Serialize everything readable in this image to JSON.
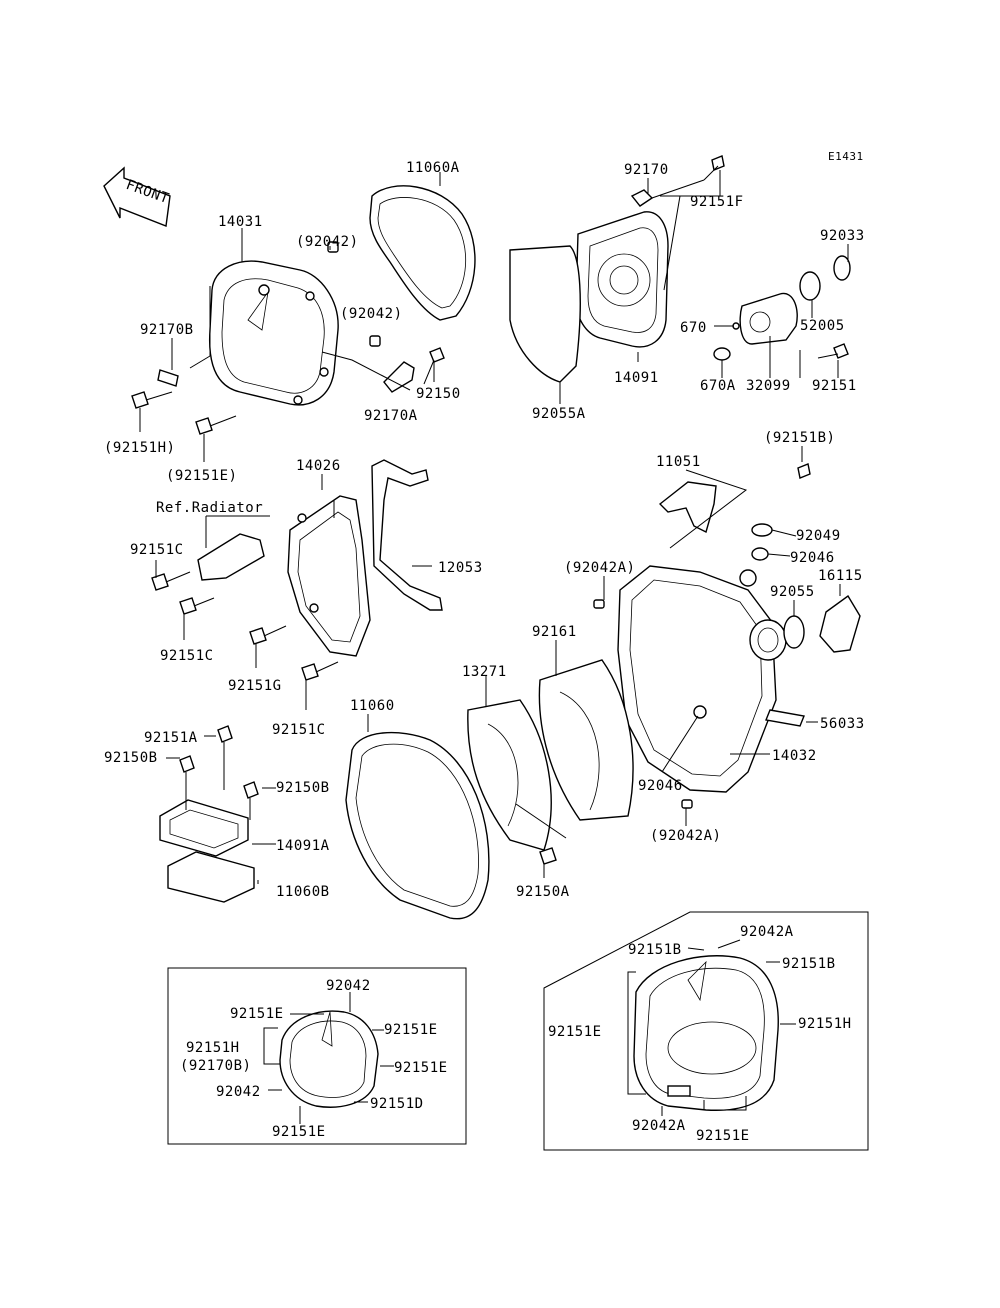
{
  "diagram_code": "E1431",
  "front_arrow_text": "FRONT",
  "ref_radiator": "Ref.Radiator",
  "labels": {
    "p11060A": "11060A",
    "p92170": "92170",
    "p92151F": "92151F",
    "p92033": "92033",
    "p14031": "14031",
    "p92042_a": "(92042)",
    "p92042_b": "(92042)",
    "p92170B": "92170B",
    "p92150": "92150",
    "p92170A": "92170A",
    "p92151H": "(92151H)",
    "p92151E": "(92151E)",
    "p92055A": "92055A",
    "p14091": "14091",
    "p670": "670",
    "p52005": "52005",
    "p670A": "670A",
    "p32099": "32099",
    "p92151": "92151",
    "p92151B": "(92151B)",
    "p11051": "11051",
    "p14026": "14026",
    "p92151C_1": "92151C",
    "p12053": "12053",
    "p92049": "92049",
    "p92046_1": "92046",
    "p92042A_1": "(92042A)",
    "p16115": "16115",
    "p92055": "92055",
    "p92151C_2": "92151C",
    "p92161": "92161",
    "p92151G": "92151G",
    "p13271": "13271",
    "p92151C_3": "92151C",
    "p11060": "11060",
    "p56033": "56033",
    "p92151A": "92151A",
    "p92150B_1": "92150B",
    "p92150B_2": "92150B",
    "p14032": "14032",
    "p92046_2": "92046",
    "p92042A_2": "(92042A)",
    "p14091A": "14091A",
    "p11060B": "11060B",
    "p92150A": "92150A"
  },
  "inset_left": {
    "p92042_top": "92042",
    "p92151E_1": "92151E",
    "p92151E_2": "92151E",
    "p92151H": "92151H",
    "p92170B": "(92170B)",
    "p92151E_3": "92151E",
    "p92042_side": "92042",
    "p92151D": "92151D",
    "p92151E_bottom": "92151E"
  },
  "inset_right": {
    "p92042A_top": "92042A",
    "p92151B_1": "92151B",
    "p92151B_2": "92151B",
    "p92151E_side": "92151E",
    "p92151H": "92151H",
    "p92042A_bottom": "92042A",
    "p92151E_bottom": "92151E"
  }
}
